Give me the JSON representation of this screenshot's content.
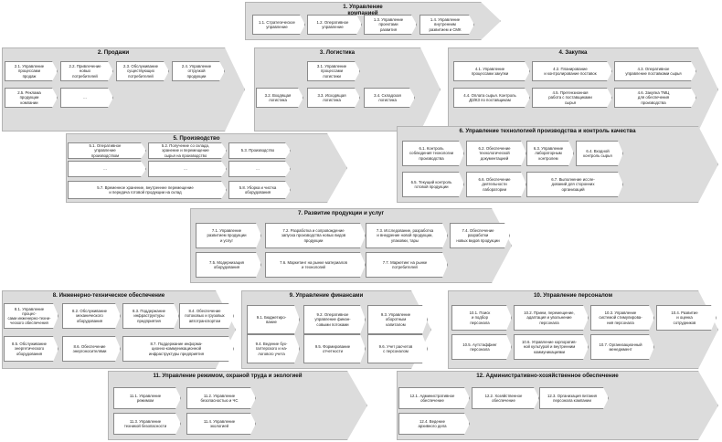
{
  "diagram_title": "",
  "groups": [
    {
      "id": "g1",
      "title": "1. Управление\nкомпанией",
      "items": [
        "1.1. Стратегическое\nуправление",
        "1.2. Оперативное\nуправление",
        "1.3. Управление\nпроектами\nразвития",
        "1.4. Управление\nвнутренним\nразвитием и СМК"
      ]
    },
    {
      "id": "g2",
      "title": "2. Продажи",
      "items": [
        "2.1. Управление\nпроцессами\nпродаж",
        "2.2. Привлечение\nновых\nпотребителей",
        "2.3. Обслуживание\nсуществующих\nпотребителей",
        "2.4. Управление\nотгрузкой\nпродукции",
        "2.5. Реклама\nпродукции\nкомпании",
        "..."
      ]
    },
    {
      "id": "g3",
      "title": "3. Логистика",
      "items": [
        "3.1. Управление\nпроцессами\nлогистики",
        "3.2. Входящая\nлогистика",
        "3.3. Исходящая\nлогистика",
        "3.4. Складская\nлогистика"
      ]
    },
    {
      "id": "g4",
      "title": "4. Закупка",
      "items": [
        "4.1. Управление\nпроцессами закупки",
        "4.2. Планирование\nи контролирование поставок",
        "4.3. Оперативное\nуправление поставками сырья",
        "4.4. Оплата сырья. Контроль\nДЗ/КЗ по поставщикам",
        "4.5. Претензионная\nработа с поставщиками\nсырья",
        "4.6. Закупка ТМЦ\nдля обеспечения\nпроизводства"
      ]
    },
    {
      "id": "g5",
      "title": "5. Производство",
      "items": [
        "5.1. Оперативное\nуправление\nпроизводством",
        "5.2. Получение со склада,\nхранение и перемещение\nсырья на производство",
        "5.3. Производство",
        "...",
        "...",
        "...",
        "5.7. Временное хранение, внутреннее перемещение\nи передача готовой продукции на склад",
        "5.8. Уборка и чистка\nоборудования"
      ]
    },
    {
      "id": "g6",
      "title": "6. Управление технологией производства и контроль качества",
      "items": [
        "6.1. Контроль\nсоблюдения технологии\nпроизводства",
        "6.2. Обеспечение\nтехнологической\nдокументацией",
        "6.3. Управление\nлабораторным\nконтролем",
        "6.4. Входной\nконтроль сырья",
        "6.5. Текущий контроль\nготовой продукции",
        "6.6. Обеспечение\nдеятельности\nлаборатории",
        "6.7. Выполнение иссле-\nдований для сторонних\nорганизаций"
      ]
    },
    {
      "id": "g7",
      "title": "7. Развитие продукции        и услуг",
      "items": [
        "7.1. Управление\nразвитием продукции\nи услуг",
        "7.2. Разработка и сопровождение\nзапуска производства новых видов\nпродукции",
        "7.3. Исследование, разработка\nи внедрение новой продукции,\nупаковки, тары",
        "7.4. Обеспечение разработки\nновых видов продукции",
        "7.5. Модернизация\nоборудования",
        "7.6. Маркетинг на рынке материалов\nи технологий",
        "7.7. Маркетинг на рынке\nпотребителей"
      ]
    },
    {
      "id": "g8",
      "title": "8. Инженерно-техническое обеспечение",
      "items": [
        "8.1. Управление процес-\nсами инженерно-техни-\nческого обеспечения",
        "8.2. Обслуживание\nмеханического\nоборудования",
        "8.3. Поддержание\nинфраструктуры\nпредприятия",
        "8.4. Обеспечение\nпотоковых и грузовых\nавтотранспортом",
        "8.5. Обслуживание\nэнергетического\nоборудования",
        "8.6. Обеспечение\nэнергоносителями",
        "8.7. Поддержание информа-\nционно-коммуникационной\nинфраструктуры предприятия"
      ]
    },
    {
      "id": "g9",
      "title": "9. Управление финансами",
      "items": [
        "9.1. Бюджетиро-\nвание",
        "9.2. Оперативное\nуправление финан-\nсовыми потоками",
        "9.3. Управление\nоборотным\nкапиталом",
        "9.4. Ведение бух-\nгалтерского и на-\nлогового учета",
        "9.5. Формирование\nотчетности",
        "9.6. Учет расчетов\nс персоналом"
      ]
    },
    {
      "id": "g10",
      "title": "10. Управление персоналом",
      "items": [
        "10.1. Поиск\nи подбор\nперсонала",
        "10.2. Прием, перемещение,\nадаптация и увольнение\nперсонала",
        "10.3. Управление\nсистемой стимулирова-\nния персонала",
        "10.4. Развитие\nи оценка\nсотрудников",
        "10.5. Аутстаффинг\nперсонала",
        "10.6. Управление корпоратив-\nной культурой и внутренним\nкоммуникациями",
        "10.7. Организационный\nменеджмент"
      ]
    },
    {
      "id": "g11",
      "title": "11. Управление режимом, охраной труда и экологией",
      "items": [
        "11.1. Управление\nрежимом",
        "11.2. Управление\nбезопасностью и ЧС",
        "11.3. Управление\nтехникой безопасности",
        "11.4. Управление\nэкологией"
      ]
    },
    {
      "id": "g12",
      "title": "12. Административно-хозяйственное обеспечение",
      "items": [
        "12.1. Административное\nобеспечение",
        "12.2. Хозяйственное\nобеспечение",
        "12.3. Организация питания\nперсонала компании",
        "12.4. Ведение\nархивного дела"
      ]
    }
  ],
  "colors": {
    "group_fill": "#dcdcdc",
    "group_border": "#b4b4b4",
    "box_fill": "#ffffff",
    "box_border": "#8a8a8a"
  }
}
